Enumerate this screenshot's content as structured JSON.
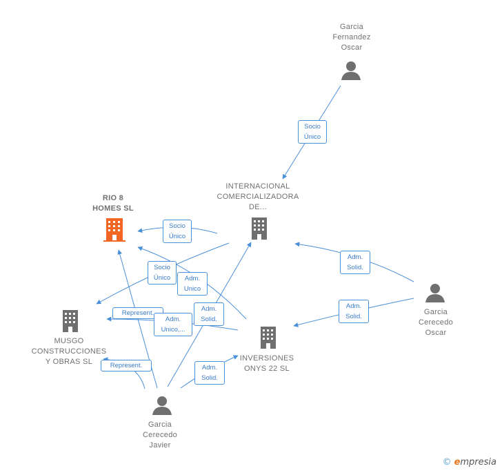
{
  "nodes": {
    "garcia_fernandez": {
      "label": "Garcia\nFernandez\nOscar",
      "kind": "person"
    },
    "internacional": {
      "label": "INTERNACIONAL\nCOMERCIALIZADORA\nDE...",
      "kind": "company"
    },
    "rio8": {
      "label": "RIO 8\nHOMES  SL",
      "kind": "company-highlight"
    },
    "musgo": {
      "label": "MUSGO\nCONSTRUCCIONES\nY OBRAS  SL",
      "kind": "company"
    },
    "inversiones": {
      "label": "INVERSIONES\nONYS 22  SL",
      "kind": "company"
    },
    "garcia_cerecedo_oscar": {
      "label": "Garcia\nCerecedo\nOscar",
      "kind": "person"
    },
    "garcia_cerecedo_javier": {
      "label": "Garcia\nCerecedo\nJavier",
      "kind": "person"
    }
  },
  "edge_labels": {
    "socio_unico_1": "Socio\nÚnico",
    "socio_unico_2": "Socio\nÚnico",
    "socio_unico_3": "Socio\nÚnico",
    "adm_unico": "Adm.\nUnico",
    "adm_solid_1": "Adm.\nSolid.",
    "adm_solid_2": "Adm.\nSolid.",
    "adm_solid_3": "Adm.\nSolid.",
    "adm_solid_4": "Adm.\nSolid.",
    "represent_1": "Represent.",
    "represent_2": "Represent.",
    "adm_unico_2": "Adm.\nUnico,..."
  },
  "colors": {
    "edge": "#4a90d9",
    "icon_gray": "#6f6f6f",
    "icon_highlight": "#f26522"
  },
  "footer": {
    "copyright": "©",
    "brand_e": "e",
    "brand_rest": "mpresia"
  }
}
